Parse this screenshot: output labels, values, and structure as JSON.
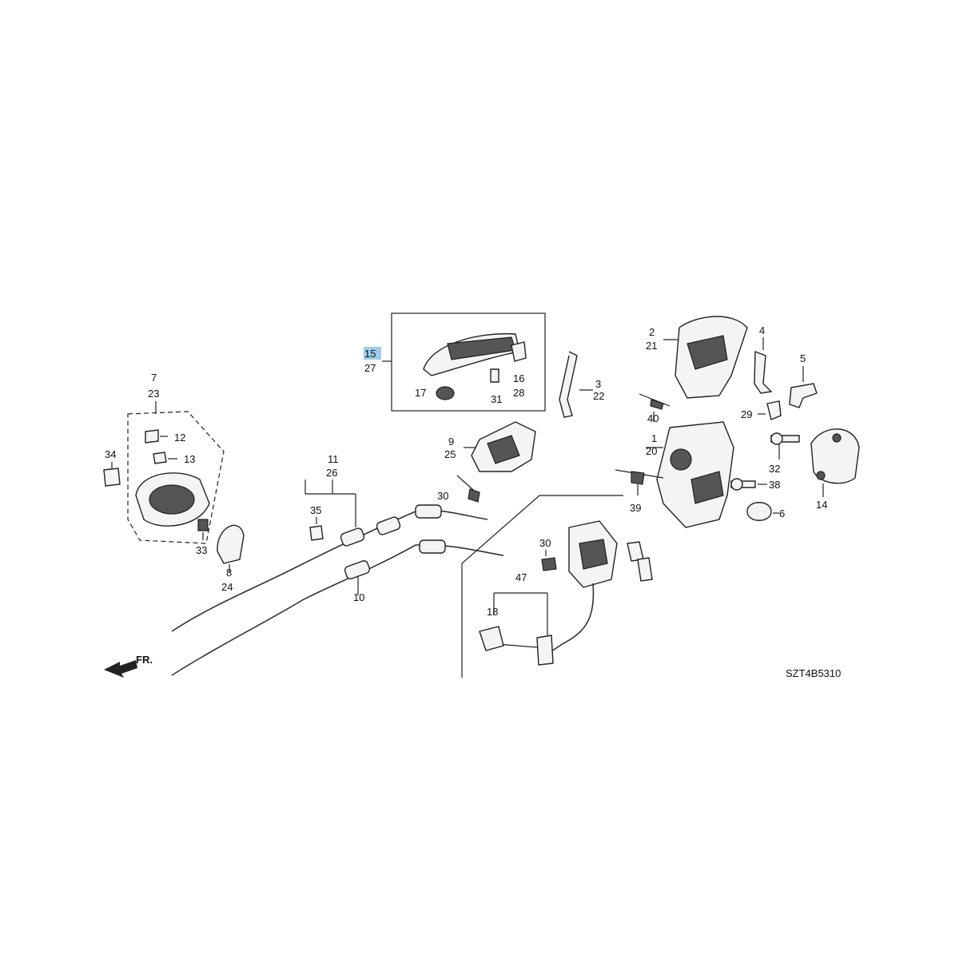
{
  "diagram_code": "SZT4B5310",
  "direction_label": "FR.",
  "highlight_color": "#9ecbea",
  "labels": {
    "p1": "1",
    "p2": "2",
    "p3": "3",
    "p4": "4",
    "p5": "5",
    "p6": "6",
    "p7": "7",
    "p8": "8",
    "p9": "9",
    "p10": "10",
    "p11": "11",
    "p12": "12",
    "p13": "13",
    "p14": "14",
    "p15": "15",
    "p16": "16",
    "p17": "17",
    "p18": "18",
    "p20": "20",
    "p21": "21",
    "p22": "22",
    "p23": "23",
    "p24": "24",
    "p25": "25",
    "p26": "26",
    "p27": "27",
    "p28": "28",
    "p29": "29",
    "p30a": "30",
    "p30b": "30",
    "p31": "31",
    "p32": "32",
    "p33": "33",
    "p34": "34",
    "p35": "35",
    "p38": "38",
    "p39": "39",
    "p40": "40",
    "p47": "47"
  }
}
